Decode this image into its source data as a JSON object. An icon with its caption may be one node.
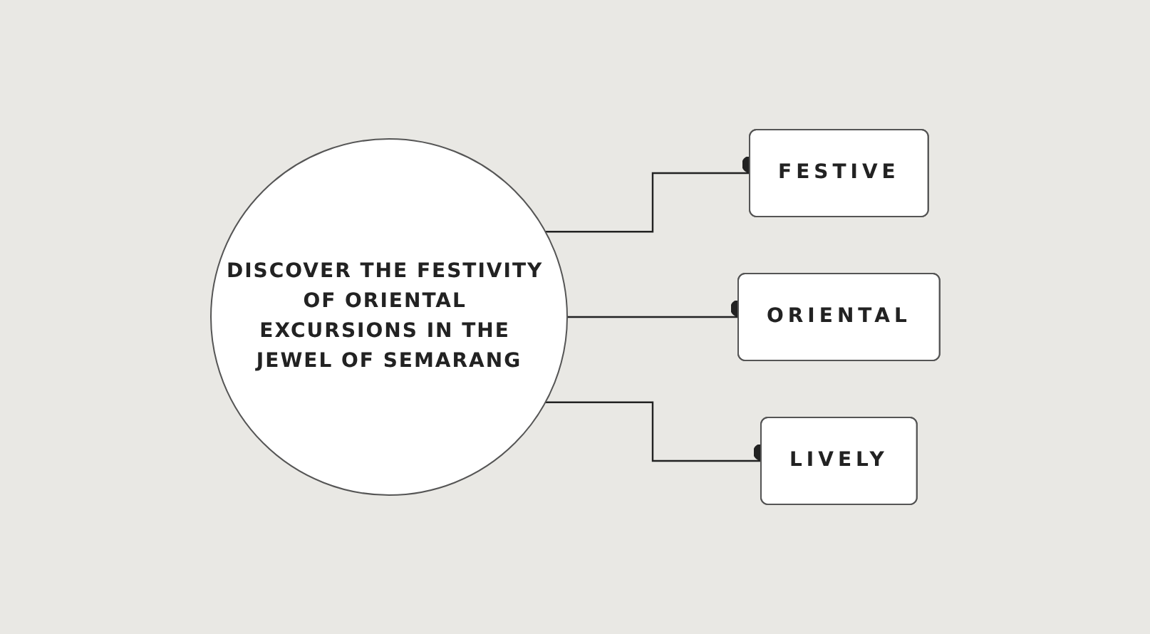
{
  "diagram": {
    "nodes": [
      {
        "text": [
          "DISCOVER THE FESTIVITY OF ORIENTAL EXCURSIONS IN THE JEWEL OF SEMARANG"
        ]
      },
      {
        "text": [
          "FESTIVE"
        ]
      },
      {
        "text": [
          "ORIENTAL"
        ]
      },
      {
        "text": [
          "LIVELY"
        ]
      }
    ],
    "edges": [
      {
        "from": 0,
        "to": 1,
        "arrow": "other"
      },
      {
        "from": 0,
        "to": 2,
        "arrow": "other"
      },
      {
        "from": 0,
        "to": 3,
        "arrow": "other"
      }
    ]
  }
}
